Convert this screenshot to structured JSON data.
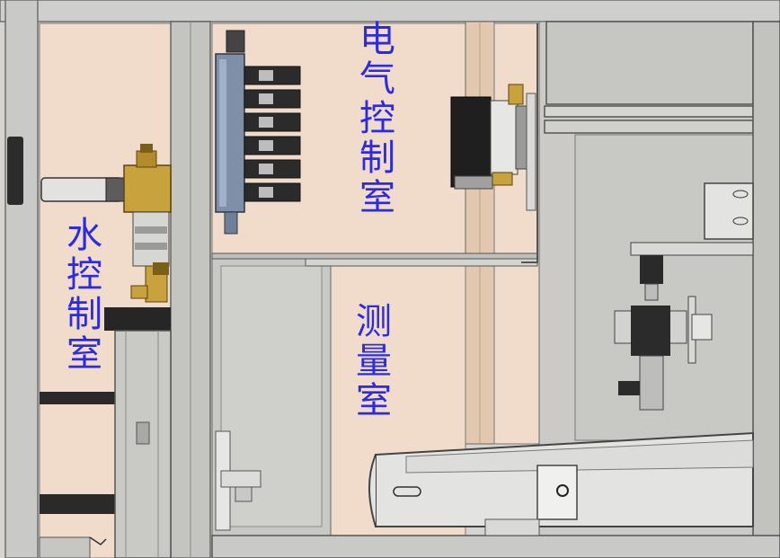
{
  "labels": {
    "water_room": "水控制室",
    "electric_room": "电气控制室",
    "measure_room": "测量室"
  },
  "colors": {
    "room_fill": "#f1dccb",
    "frame": "#a9a9a9",
    "panel": "#c7c7c4",
    "label_text": "#2a2ae8",
    "valve_brass": "#c8a23c",
    "solenoid_dark": "#2b2b2b",
    "manifold_blue": "#7f8fa8"
  }
}
